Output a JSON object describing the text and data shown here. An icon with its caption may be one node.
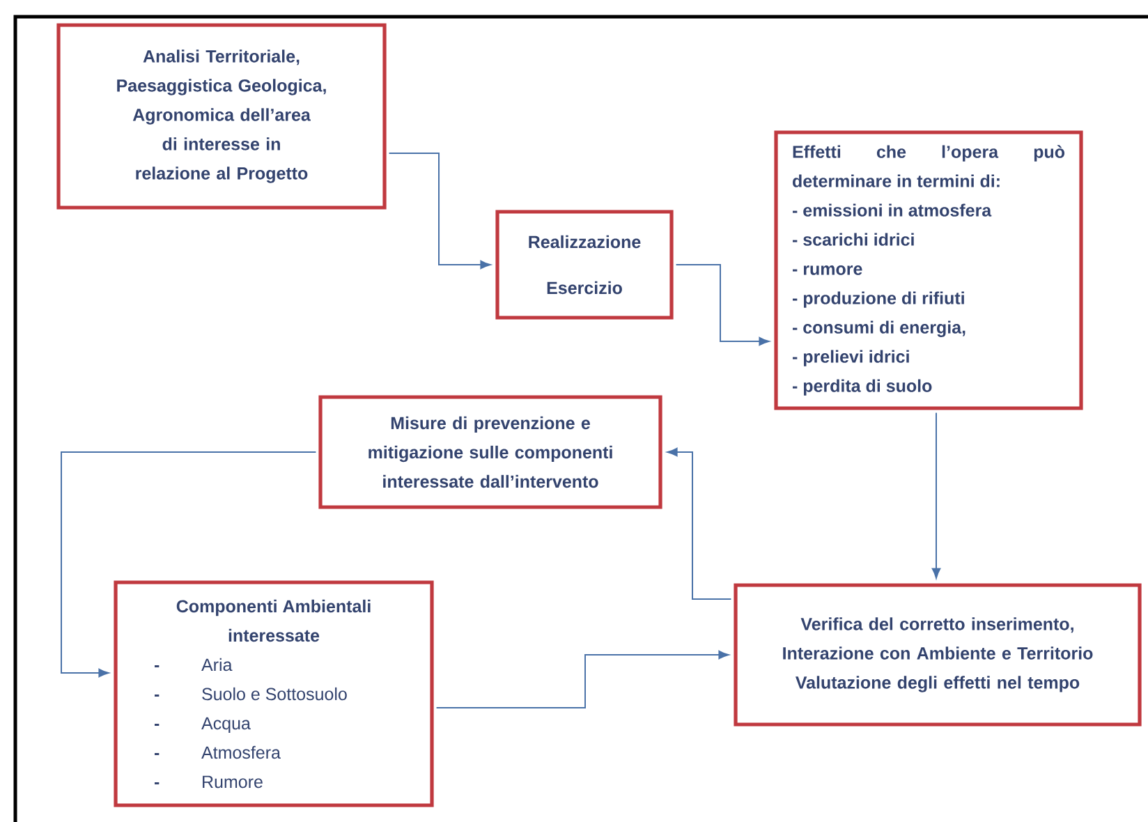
{
  "diagram": {
    "nodes": [
      {
        "text": [
          "Analisi Territoriale, Paesaggistica Geologica, Agronomica dell’area di interesse in relazione al Progetto"
        ]
      },
      {
        "text": [
          "Realizzazione",
          "Esercizio"
        ]
      },
      {
        "text": [
          "Effetti che l’opera può determinare in termini di:",
          "- emissioni in atmosfera",
          "- scarichi idrici",
          "- rumore",
          "- produzione di rifiuti",
          "- consumi di energia,",
          "- prelievi idrici",
          "- perdita di suolo"
        ]
      },
      {
        "text": [
          "Misure di prevenzione e mitigazione sulle componenti interessate dall’intervento"
        ]
      },
      {
        "text": [
          "Componenti Ambientali interessate",
          "-",
          "Aria",
          "-",
          "Suolo e Sottosuolo",
          "-",
          "Acqua",
          "-",
          "Atmosfera",
          "-",
          "Rumore"
        ]
      },
      {
        "text": [
          "Verifica del corretto inserimento, Interazione con Ambiente e Territorio Valutazione degli effetti nel tempo"
        ]
      }
    ],
    "edges": [
      {
        "from": 0,
        "to": 1,
        "arrow": "to"
      },
      {
        "from": 1,
        "to": 2,
        "arrow": "to"
      },
      {
        "from": 2,
        "to": 5,
        "arrow": "to"
      },
      {
        "from": 5,
        "to": 3,
        "arrow": "to"
      },
      {
        "from": 3,
        "to": 4,
        "arrow": "to"
      },
      {
        "from": 4,
        "to": 5,
        "arrow": "to"
      }
    ]
  }
}
